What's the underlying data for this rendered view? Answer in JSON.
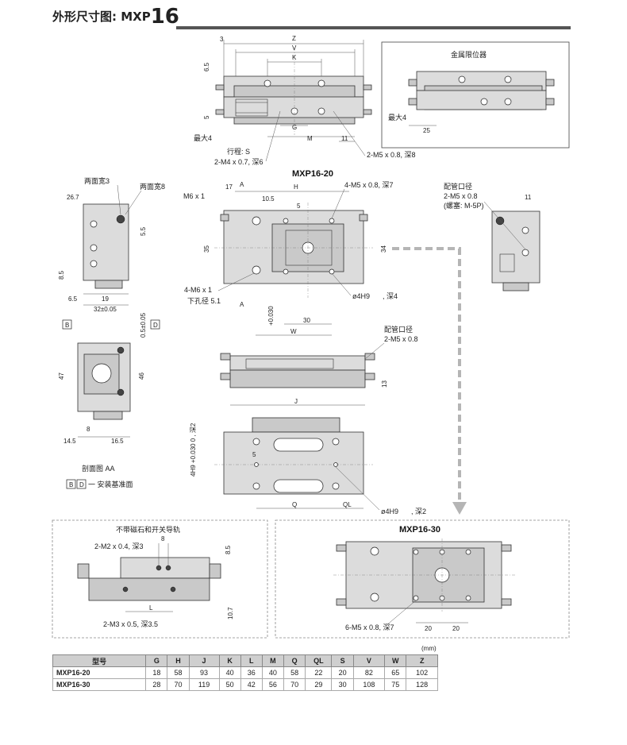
{
  "header": {
    "title_prefix": "外形尺寸图: MXP",
    "model_number": "16"
  },
  "titles": {
    "mxp16_20": "MXP16-20",
    "metal_stopper": "金属限位器",
    "no_magnet": "不带磁石和开关导轨",
    "mxp16_30": "MXP16-30",
    "section": "剖面图 AA",
    "mount_ref": "一 安装基准面"
  },
  "labels": {
    "width_across_flats_3": "两面宽3",
    "width_across_flats_8": "两面宽8",
    "max4": "最大4",
    "stroke_s": "行程: S",
    "m4_07_depth6": "2-M4 x 0.7, 深6",
    "m5_08_depth8": "2-M5 x 0.8, 深8",
    "m6x1": "M6 x 1",
    "m5_08_depth7_4": "4-M5 x 0.8, 深7",
    "m6x1_4": "4-M6 x 1",
    "pilot_hole": "下孔径 5.1",
    "phi4h9_depth4": "ø4H9",
    "depth4": ", 深4",
    "tol": "+0.030",
    "tol0": "0",
    "piping_port": "配管口径",
    "m5_08_2": "2-M5 x 0.8",
    "plug": "(螺塞: M-5P)",
    "depth2": ", 深2",
    "h9_depth2_vert": "4H9 +0.030 0 , 深2",
    "m2_04_depth3": "2-M2 x 0.4, 深3",
    "m3_05_depth35": "2-M3 x 0.5, 深3.5",
    "m5_08_depth7_6": "6-M5 x 0.8, 深7",
    "ref_b": "B",
    "ref_d": "D",
    "section_a": "A",
    "tol_32": "32±0.05",
    "tol_05": "0.5±0.05"
  },
  "dims": {
    "d3": "3",
    "z": "Z",
    "v": "V",
    "k": "K",
    "d65": "6.5",
    "d5": "5",
    "g": "G",
    "m": "M",
    "d11": "11",
    "d25": "25",
    "d267": "26.7",
    "d55": "5.5",
    "d85": "8.5",
    "d65b": "6.5",
    "d19": "19",
    "d17": "17",
    "h": "H",
    "d105": "10.5",
    "d5b": "5",
    "d35": "35",
    "d34": "34",
    "d30": "30",
    "w": "W",
    "d11b": "11",
    "d47": "47",
    "d46": "46",
    "d145": "14.5",
    "d8": "8",
    "d165": "16.5",
    "d13": "13",
    "j": "J",
    "d5c": "5",
    "q": "Q",
    "ql": "QL",
    "d8b": "8",
    "d85b": "8.5",
    "l": "L",
    "d107": "10.7",
    "d20a": "20",
    "d20b": "20"
  },
  "table": {
    "unit": "(mm)",
    "headers": [
      "型号",
      "G",
      "H",
      "J",
      "K",
      "L",
      "M",
      "Q",
      "QL",
      "S",
      "V",
      "W",
      "Z"
    ],
    "rows": [
      [
        "MXP16-20",
        "18",
        "58",
        "93",
        "40",
        "36",
        "40",
        "58",
        "22",
        "20",
        "82",
        "65",
        "102"
      ],
      [
        "MXP16-30",
        "28",
        "70",
        "119",
        "50",
        "42",
        "56",
        "70",
        "29",
        "30",
        "108",
        "75",
        "128"
      ]
    ]
  },
  "colors": {
    "body": "#dcdcdc",
    "line": "#333333",
    "arrow": "#b5b5b5",
    "rule": "#555555"
  }
}
